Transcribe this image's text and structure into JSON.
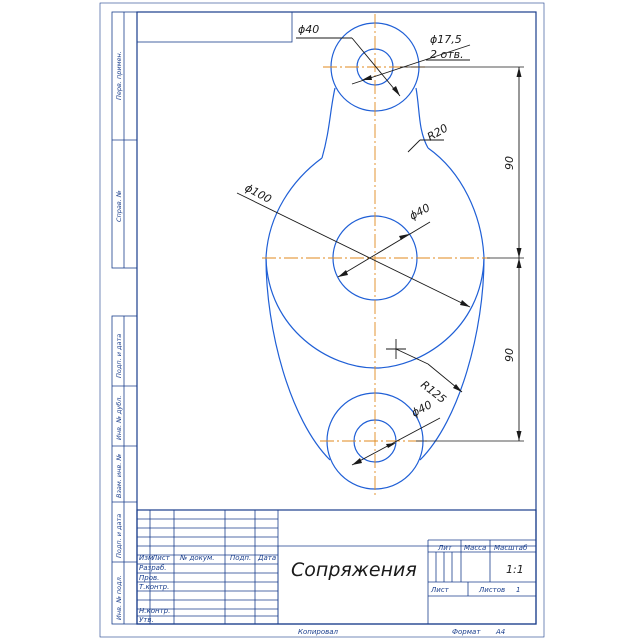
{
  "drawing": {
    "title": "Сопряжения",
    "dimensions": {
      "d40_top": "ϕ40",
      "d175": "ϕ17,5",
      "qty": "2 отв.",
      "r20": "R20",
      "d100": "ϕ100",
      "d40_mid": "ϕ40",
      "v90_top": "90",
      "v90_bottom": "90",
      "r125": "R125",
      "d40_bottom": "ϕ40"
    }
  },
  "side_strip": {
    "perv_primen": "Перв. примен.",
    "sprav": "Справ. №",
    "podp_data_1": "Подп. и дата",
    "inv_dubl": "Инв. № дубл.",
    "vzam_inv": "Взам. инв. №",
    "podp_data_2": "Подп. и дата",
    "inv_podl": "Инв. № подл."
  },
  "title_block": {
    "headers": [
      "Изм",
      "Лист",
      "№ докум.",
      "Подп.",
      "Дата"
    ],
    "roles": [
      "Разраб.",
      "Пров.",
      "Т.контр.",
      "",
      "Н.контр.",
      "Утв."
    ],
    "lit": "Лит",
    "massa": "Масса",
    "masshtab": "Масштаб",
    "scale_value": "1:1",
    "list": "Лист",
    "listov": "Листов",
    "listov_value": "1"
  },
  "footer": {
    "kopiroval": "Копировал",
    "format": "Формат",
    "format_value": "А4"
  }
}
